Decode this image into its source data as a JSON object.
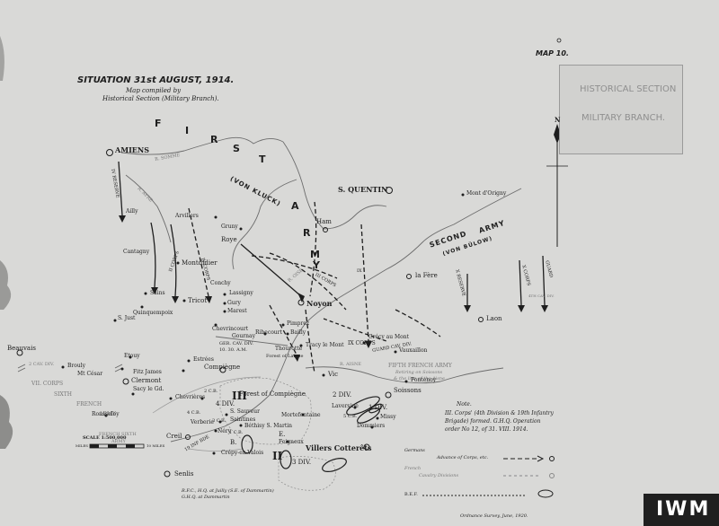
{
  "map": {
    "title": "SITUATION 31st AUGUST, 1914.",
    "subtitle_line1": "Map compiled by",
    "subtitle_line2": "Historical Section (Military Branch).",
    "map_number": "MAP 10.",
    "stamp_line1": "HISTORICAL SECTION",
    "stamp_line2": "MILITARY BRANCH.",
    "north_label": "N",
    "scale_label": "SCALE 1:500,000",
    "scale_left": "MILES",
    "scale_right": "10 MILES",
    "credit": "Ordnance Survey, June, 1920.",
    "watermark": "IWM",
    "armies": {
      "first_letters": [
        "F",
        "I",
        "R",
        "S",
        "T",
        "A",
        "R",
        "M",
        "Y"
      ],
      "first_commander": "(VON KLUCK)",
      "second_line1": "SECOND",
      "second_line2": "ARMY",
      "second_commander": "(VON BÜLOW)",
      "fifth_french_line1": "FIFTH FRENCH ARMY",
      "fifth_french_line2": "Retiring on Soissons",
      "fifth_french_line3": "& the line of the Aisne",
      "sixth_french_a": "SIXTH",
      "sixth_french_b": "FRENCH",
      "sixth_french_c": "ARMY",
      "vii_corps": "VII. CORPS",
      "sixth_army_lower": "ARMY"
    },
    "towns": {
      "amiens": "AMIENS",
      "st_quentin": "S. QUENTIN",
      "ham": "Ham",
      "mont_origny": "Mont d'Origny",
      "la_fere": "la Fère",
      "laon": "Laon",
      "noyon": "Noyon",
      "roye": "Roye",
      "gruny": "Gruny",
      "arvillers": "Arvillers",
      "montdidier": "Montdidier",
      "cantagny": "Cantagny",
      "ailly": "Ailly",
      "saint_sains": "Sains",
      "tricot": "Tricot",
      "quinquempoix": "Quinquempoix",
      "st_just": "S. Just",
      "lassigny": "Lassigny",
      "conchy": "Conchy",
      "gury": "Gury",
      "marest": "Marest",
      "chevrincourt": "Chevrincourt",
      "ribecourt": "Ribecourt",
      "gournay": "Gournay",
      "pimprez": "Pimprez",
      "bailly": "Bailly",
      "tracy": "Tracy le Mont",
      "thourotte": "Thourotte",
      "vic": "Vic",
      "crecy": "Crécy au Mont",
      "vauxaillon": "Vauxaillon",
      "fontenoy": "Fontenoy",
      "soissons": "Soissons",
      "compiegne": "Compiègne",
      "estrees": "Estrées",
      "beauvais": "Beauvais",
      "brouly": "Brouly",
      "mt_cesar": "Mt César",
      "etouy": "Etouy",
      "fitz_james": "Fitz James",
      "clermont": "Clermont",
      "sacy": "Sacy le Gd.",
      "cheveriers": "Chevrières",
      "rousseloy": "Rousseloy",
      "creil": "Creil",
      "verberie": "Verberie",
      "senlis": "Senlis",
      "crepy": "Crépy-en-Valois",
      "villers": "Villers Cotterêts",
      "nery": "Néry",
      "bethisy": "Béthisy S. Martin",
      "st_sauveur": "S. Sauveur",
      "saintines": "Saintines",
      "mortefontaine": "Mortefontaine",
      "laversine": "Laversine",
      "missy": "Missy",
      "dommiers": "Dommiers",
      "feigneux": "Feigneux",
      "forest": "Forest of Compiègne",
      "forest_laigue": "Forest of Laigue"
    },
    "units": {
      "r_somme": "R. SOMME",
      "r_avre": "R. AVRE",
      "r_aisne": "R. AISNE",
      "r_oise": "R. OISE",
      "iv_reserve": "IV RESERVE",
      "ii_corps": "II CORPS",
      "iv_corps": "IV CORPS",
      "iii_corps": "III CORPS",
      "ix_corps_a": "IX",
      "ix_corps": "IX CORPS",
      "guard_cav": "GUARD CAV. DIV.",
      "x_reserve": "X RESERVE",
      "x_corps": "X CORPS",
      "guard": "GUARD",
      "gds_4th": "4TH CAV. DIV.",
      "ger_cav": "GER. CAV. DIV.",
      "ger_cav2": "10. 30. A.M.",
      "cav_div_left": "2 CAV. DIV.",
      "two_div": "2 DIV.",
      "one_div": "1 DIV.",
      "three_div": "3 DIV.",
      "four_div": "4 DIV.",
      "iii_label": "III",
      "ii_label": "II",
      "cb_5": "5 C.B.",
      "cb_4": "4 C.B.",
      "cb_2": "2 C.B.",
      "cb_1": "1 C.B.",
      "cb_3": "3 C.B.",
      "cb_1b": "1 C.B.",
      "b_label": "B.",
      "e_label": "E.",
      "inf_19": "19 INF BDE",
      "res_div": "FRENCH SIXTH"
    },
    "note": {
      "heading": "Note.",
      "line1": "III. Corps' (4th Division & 19th Infantry",
      "line2": "Brigade) formed. G.H.Q. Operation",
      "line3": "order No 12, of 31. VIII. 1914."
    },
    "legend": {
      "germans": "Germans",
      "advance": "Advance of Corps, etc.",
      "french": "French",
      "cavalry": "Cavalry Divisions",
      "bef": "B.E.F."
    },
    "footnote1": "R.F.C., H.Q. at Juilly (S.E. of Dammartin)",
    "footnote2": "G.H.Q. at Dammartin"
  }
}
